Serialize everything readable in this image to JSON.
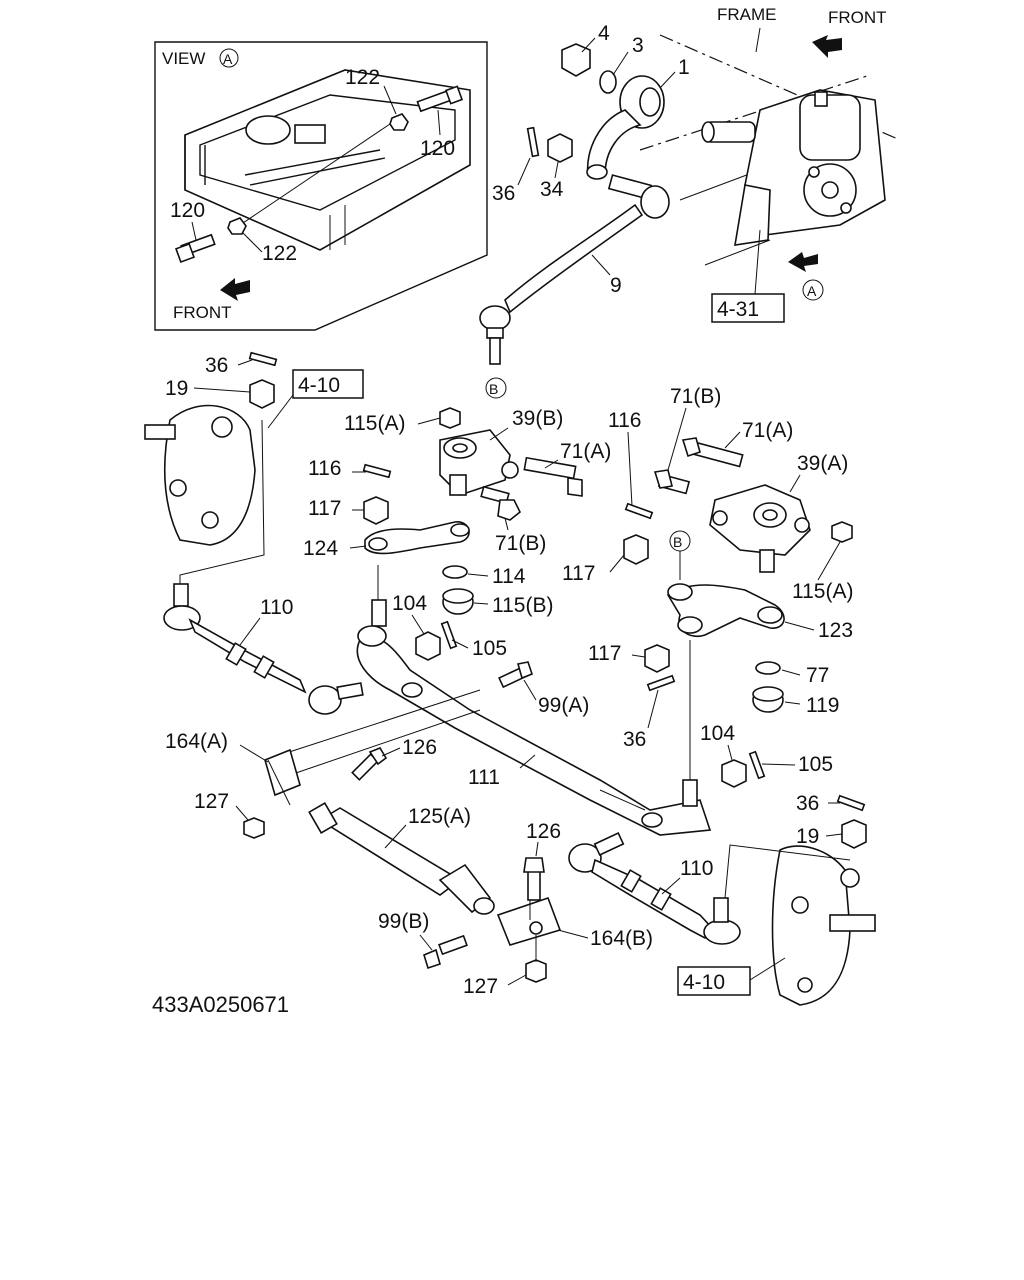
{
  "view": {
    "label": "VIEW",
    "marker": "A",
    "front": "FRONT"
  },
  "top": {
    "frame": "FRAME",
    "front": "FRONT",
    "marker_a": "A",
    "marker_b": "B"
  },
  "refs": {
    "r4_31": "4-31",
    "r4_10_top": "4-10",
    "r4_10_bottom": "4-10"
  },
  "labels": {
    "v122a": "122",
    "v120a": "120",
    "v120b": "120",
    "v122b": "122",
    "p4": "4",
    "p3": "3",
    "p1": "1",
    "p36a": "36",
    "p34": "34",
    "p9": "9",
    "p36b": "36",
    "p19a": "19",
    "p115a1": "115(A)",
    "p39b": "39(B)",
    "p71a1": "71(A)",
    "p116a": "116",
    "p117a": "117",
    "p71b1": "71(B)",
    "p124": "124",
    "p114": "114",
    "p115b": "115(B)",
    "p104a": "104",
    "p110a": "110",
    "p105a": "105",
    "p99a": "99(A)",
    "p116b": "116",
    "p71b2": "71(B)",
    "p71a2": "71(A)",
    "p39a": "39(A)",
    "p117b": "117",
    "p115a2": "115(A)",
    "p117c": "117",
    "p123": "123",
    "p77": "77",
    "p119": "119",
    "p36c": "36",
    "p164a": "164(A)",
    "p126a": "126",
    "p111": "111",
    "p104b": "104",
    "p105b": "105",
    "p127a": "127",
    "p125a": "125(A)",
    "p126b": "126",
    "p36d": "36",
    "p19b": "19",
    "p110b": "110",
    "p99b": "99(B)",
    "p164b": "164(B)",
    "p127b": "127"
  },
  "footer": {
    "code": "433A0250671"
  }
}
